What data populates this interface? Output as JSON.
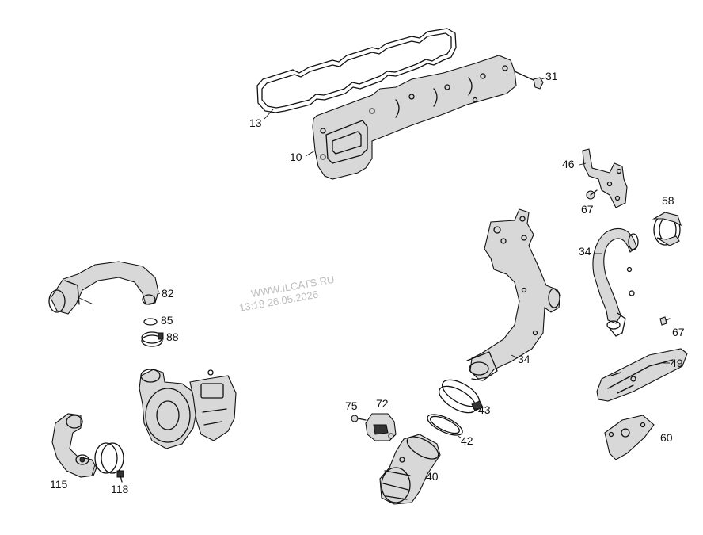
{
  "watermark": {
    "line1": "WWW.ILCATS.RU",
    "line2": "13:18 26.05.2026"
  },
  "callouts": {
    "c13": "13",
    "c10": "10",
    "c31": "31",
    "c46": "46",
    "c67a": "67",
    "c58": "58",
    "c34a": "34",
    "c34b": "34",
    "c67b": "67",
    "c49": "49",
    "c60": "60",
    "c82": "82",
    "c85": "85",
    "c88": "88",
    "c75": "75",
    "c72": "72",
    "c43": "43",
    "c42": "42",
    "c40": "40",
    "c115": "115",
    "c118": "118"
  }
}
